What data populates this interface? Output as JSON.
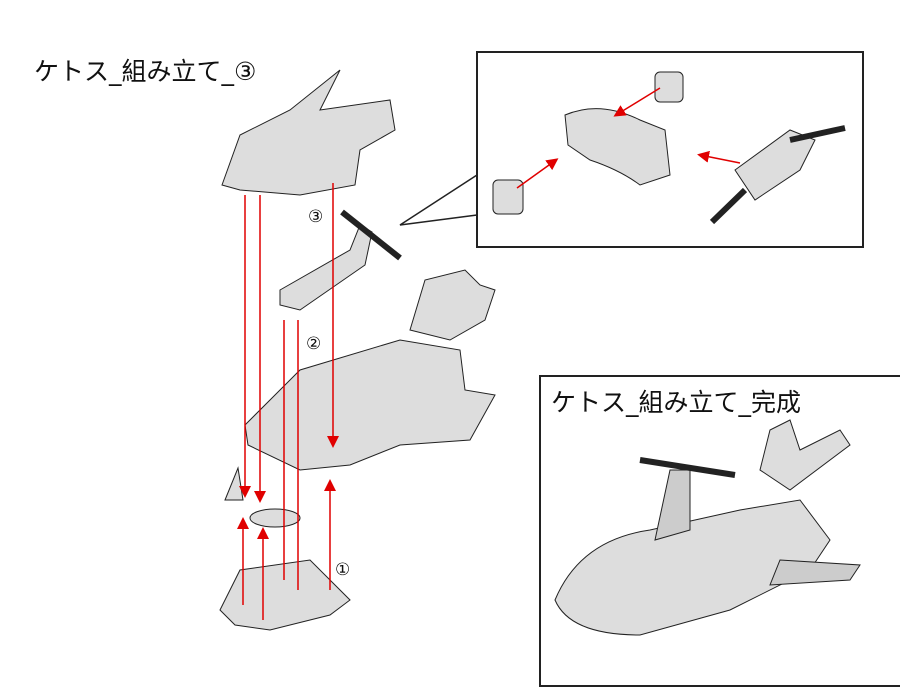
{
  "title": "ケトス_組み立て_③",
  "completed_title": "ケトス_組み立て_完成",
  "steps": [
    "①",
    "②",
    "③"
  ],
  "colors": {
    "arrow": "#e00000",
    "outline": "#222222",
    "part_fill": "#dcdcdc"
  }
}
